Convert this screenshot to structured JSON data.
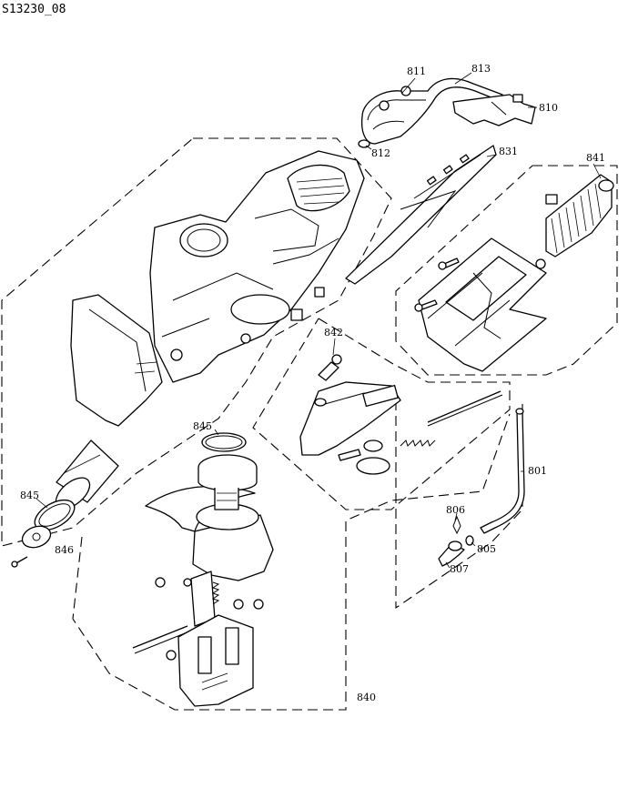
{
  "document_id": "S13230_08",
  "callouts": {
    "c811": "811",
    "c813": "813",
    "c810": "810",
    "c812": "812",
    "c831": "831",
    "c841": "841",
    "c842": "842",
    "c845a": "845",
    "c845b": "845",
    "c846": "846",
    "c801": "801",
    "c806": "806",
    "c805": "805",
    "c807": "807",
    "c840": "840"
  }
}
